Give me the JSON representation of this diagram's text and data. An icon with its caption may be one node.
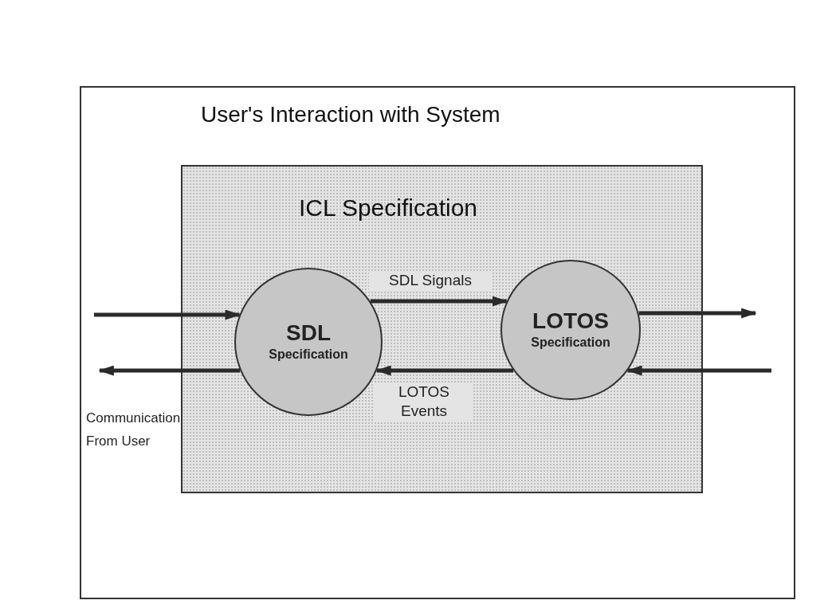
{
  "diagram": {
    "nodes": [
      {
        "text": [
          "User's Interaction with System"
        ]
      },
      {
        "text": [
          "ICL Specification"
        ],
        "in": 0
      },
      {
        "text": [
          "SDL",
          "Specification"
        ],
        "in": 1
      },
      {
        "text": [
          "LOTOS",
          "Specification"
        ],
        "in": 1
      }
    ],
    "edges": [
      {
        "from": null,
        "to": 2,
        "arrow": "to"
      },
      {
        "from": 2,
        "to": null,
        "arrow": "to"
      },
      {
        "from": 2,
        "to": 3,
        "arrow": "to",
        "label": "SDL Signals"
      },
      {
        "from": 3,
        "to": 2,
        "arrow": "to",
        "label": "LOTOS Events"
      },
      {
        "from": 3,
        "to": null,
        "arrow": "to"
      },
      {
        "from": null,
        "to": 3,
        "arrow": "to"
      }
    ],
    "labels": [
      "Communication From User"
    ]
  }
}
